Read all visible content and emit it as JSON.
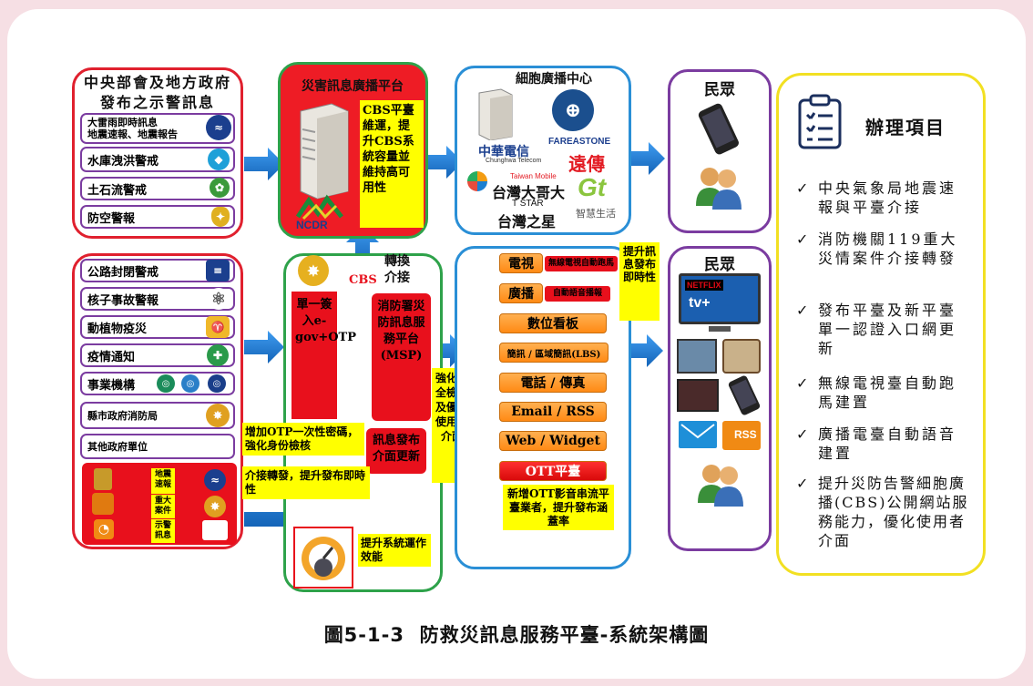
{
  "central": {
    "title": "中央部會及地方政府發布之示警訊息",
    "items": [
      "大雷雨即時訊息\n地震速報、地震報告",
      "水庫洩洪警戒",
      "土石流警戒",
      "防空警報"
    ]
  },
  "cbs_platform": {
    "title": "災害訊息廣播平台",
    "desc": "CBS平臺維運，提升CBS系統容量並維持高可用性",
    "logo": "NCDR"
  },
  "cell_center": {
    "title": "細胞廣播中心",
    "carriers": [
      "中華電信",
      "Chunghwa Telecom",
      "FAREASTONE",
      "遠傳",
      "台灣大哥大",
      "Taiwan Mobile",
      "T STAR",
      "台灣之星",
      "智慧生活"
    ]
  },
  "people": {
    "top": "民眾",
    "bottom": "民眾"
  },
  "tasks": {
    "title": "辦理項目",
    "items": [
      "中央氣象局地震速報與平臺介接",
      "消防機關119重大災情案件介接轉發",
      "發布平臺及新平臺單一認證入口網更新",
      "無線電視臺自動跑馬建置",
      "廣播電臺自動語音建置",
      "提升災防告警細胞廣播(CBS)公開網站服務能力，優化使用者介面"
    ]
  },
  "agencies": {
    "items": [
      "公路封閉警戒",
      "核子事故警報",
      "動植物疫災",
      "疫情通知",
      "事業機構",
      "縣市政府消防局",
      "其他政府單位"
    ],
    "bottom_labels": [
      "地震速報",
      "重大案件",
      "示警訊息"
    ]
  },
  "transfer": {
    "cbs_label": "CBS",
    "title": "轉換介接",
    "sso": "單一簽入e-gov+OTP",
    "msp": "消防署災防訊息服務平台(MSP)",
    "update": "訊息發布介面更新",
    "otp_note": "增加OTP一次性密碼，強化身份檢核",
    "relay_note": "介接轉發，提升發布即時性",
    "perf_note": "提升系統運作效能",
    "center_note": "強化安全檢核及優化使用者介面"
  },
  "channels": {
    "items": [
      "電視",
      "廣播",
      "數位看板",
      "簡訊 / 區域簡訊(LBS)",
      "電話 / 傳真",
      "Email / RSS",
      "Web / Widget",
      "OTT平臺"
    ],
    "tv_tag": "無線電視自動跑馬",
    "radio_tag": "自動語音播報",
    "side_note": "提升訊息發布即時性",
    "ott_note": "新增OTT影音串流平臺業者，提升發布涵蓋率"
  },
  "media_labels": {
    "netflix": "NETFLIX",
    "appletv": "tv+",
    "rss": "RSS"
  },
  "caption": "圖5-1-3  防救災訊息服務平臺-系統架構圖"
}
